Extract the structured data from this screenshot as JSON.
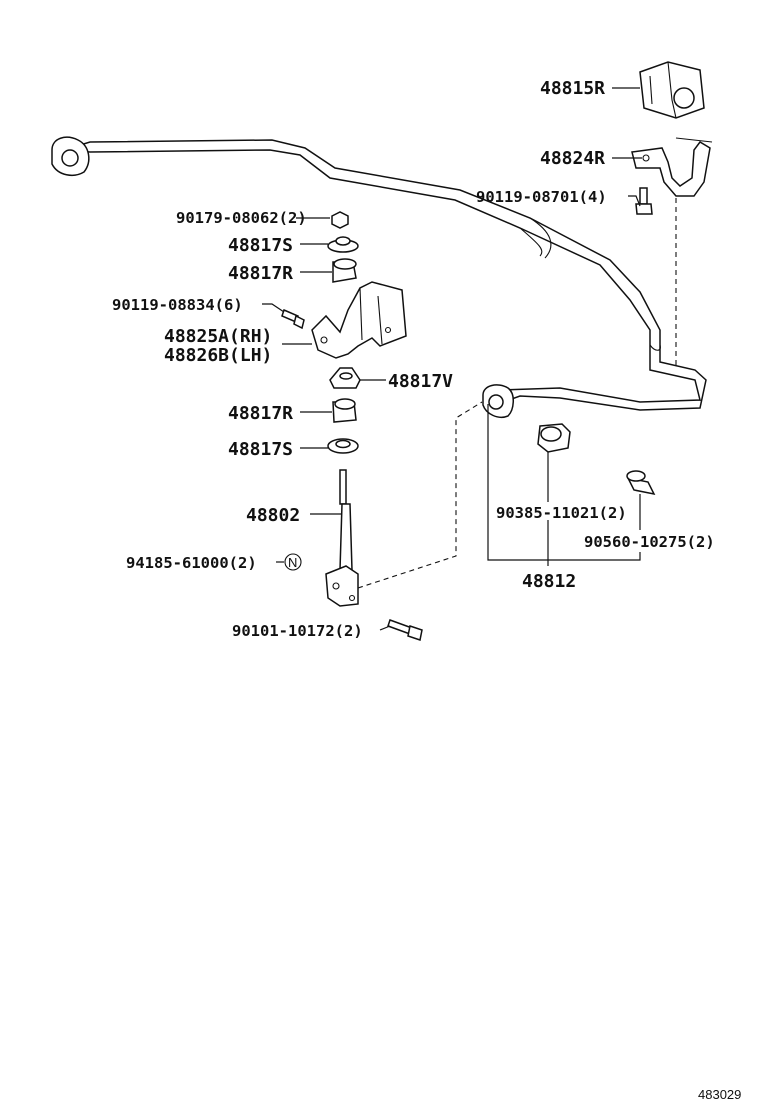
{
  "labels": {
    "p48815R": "48815R",
    "p48824R": "48824R",
    "p90119_08701": "90119-08701(4)",
    "p90179_08062": "90179-08062(2)",
    "p48817S_top": "48817S",
    "p48817R_top": "48817R",
    "p90119_08834": "90119-08834(6)",
    "p48825A": "48825A(RH)",
    "p48826B": "48826B(LH)",
    "p48817V": "48817V",
    "p48817R_bot": "48817R",
    "p48817S_bot": "48817S",
    "p48802": "48802",
    "p94185_61000": "94185-61000(2)",
    "p90101_10172": "90101-10172(2)",
    "p90385_11021": "90385-11021(2)",
    "p90560_10275": "90560-10275(2)",
    "p48812": "48812",
    "n_mark": "N",
    "figure_code": "483029"
  }
}
